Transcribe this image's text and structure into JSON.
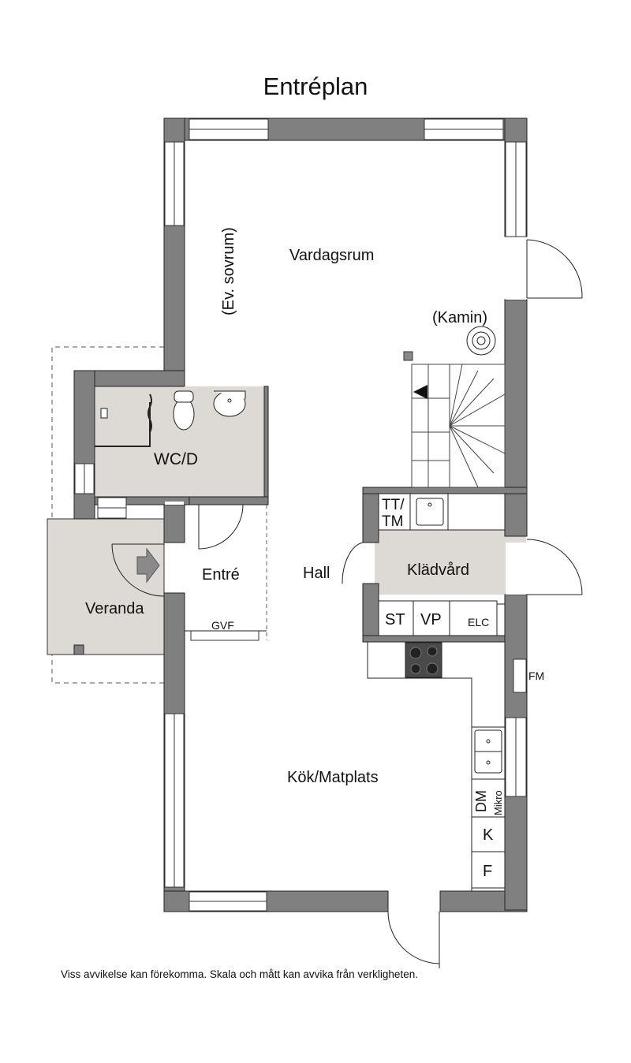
{
  "title": "Entréplan",
  "rooms": {
    "vardagsrum": "Vardagsrum",
    "ev_sovrum": "(Ev. sovrum)",
    "kamin": "(Kamin)",
    "wc": "WC/D",
    "entre": "Entré",
    "veranda": "Veranda",
    "gvf": "GVF",
    "hall": "Hall",
    "kladvard": "Klädvård",
    "tt": "TT/",
    "tm": "TM",
    "st": "ST",
    "vp": "VP",
    "elc": "ELC",
    "fm": "FM",
    "kok": "Kök/Matplats",
    "dm": "DM",
    "mikro": "Mikro",
    "k": "K",
    "f": "F"
  },
  "disclaimer": "Viss avvikelse kan förekomma. Skala och mått kan avvika från verkligheten.",
  "colors": {
    "wall": "#808080",
    "room_fill": "#ddd9d5",
    "line": "#1a1a1a"
  }
}
